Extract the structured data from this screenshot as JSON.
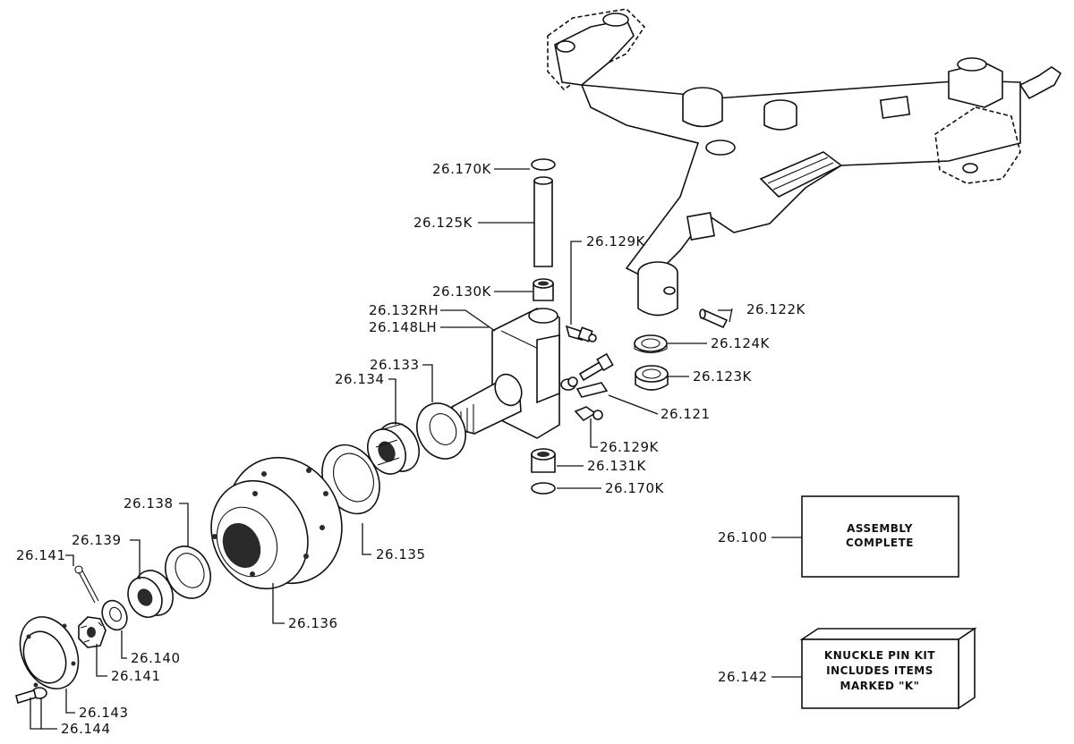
{
  "callouts": [
    {
      "id": "c170k_top",
      "text": "26.170K"
    },
    {
      "id": "c125k",
      "text": "26.125K"
    },
    {
      "id": "c129k_top",
      "text": "26.129K"
    },
    {
      "id": "c130k",
      "text": "26.130K"
    },
    {
      "id": "c132rh",
      "text": "26.132RH"
    },
    {
      "id": "c148lh",
      "text": "26.148LH"
    },
    {
      "id": "c122k",
      "text": "26.122K"
    },
    {
      "id": "c124k",
      "text": "26.124K"
    },
    {
      "id": "c123k",
      "text": "26.123K"
    },
    {
      "id": "c133",
      "text": "26.133"
    },
    {
      "id": "c134",
      "text": "26.134"
    },
    {
      "id": "c121",
      "text": "26.121"
    },
    {
      "id": "c129k_bot",
      "text": "26.129K"
    },
    {
      "id": "c131k",
      "text": "26.131K"
    },
    {
      "id": "c170k_bot",
      "text": "26.170K"
    },
    {
      "id": "c138",
      "text": "26.138"
    },
    {
      "id": "c139",
      "text": "26.139"
    },
    {
      "id": "c141_top",
      "text": "26.141"
    },
    {
      "id": "c135",
      "text": "26.135"
    },
    {
      "id": "c136",
      "text": "26.136"
    },
    {
      "id": "c140",
      "text": "26.140"
    },
    {
      "id": "c141_bot",
      "text": "26.141"
    },
    {
      "id": "c143",
      "text": "26.143"
    },
    {
      "id": "c144",
      "text": "26.144"
    },
    {
      "id": "c100",
      "text": "26.100"
    },
    {
      "id": "c142",
      "text": "26.142"
    }
  ],
  "assembly_box": {
    "line1": "ASSEMBLY",
    "line2": "COMPLETE"
  },
  "kit_box": {
    "line1": "KNUCKLE PIN KIT",
    "line2": "INCLUDES ITEMS",
    "line3": "MARKED \"K\""
  }
}
